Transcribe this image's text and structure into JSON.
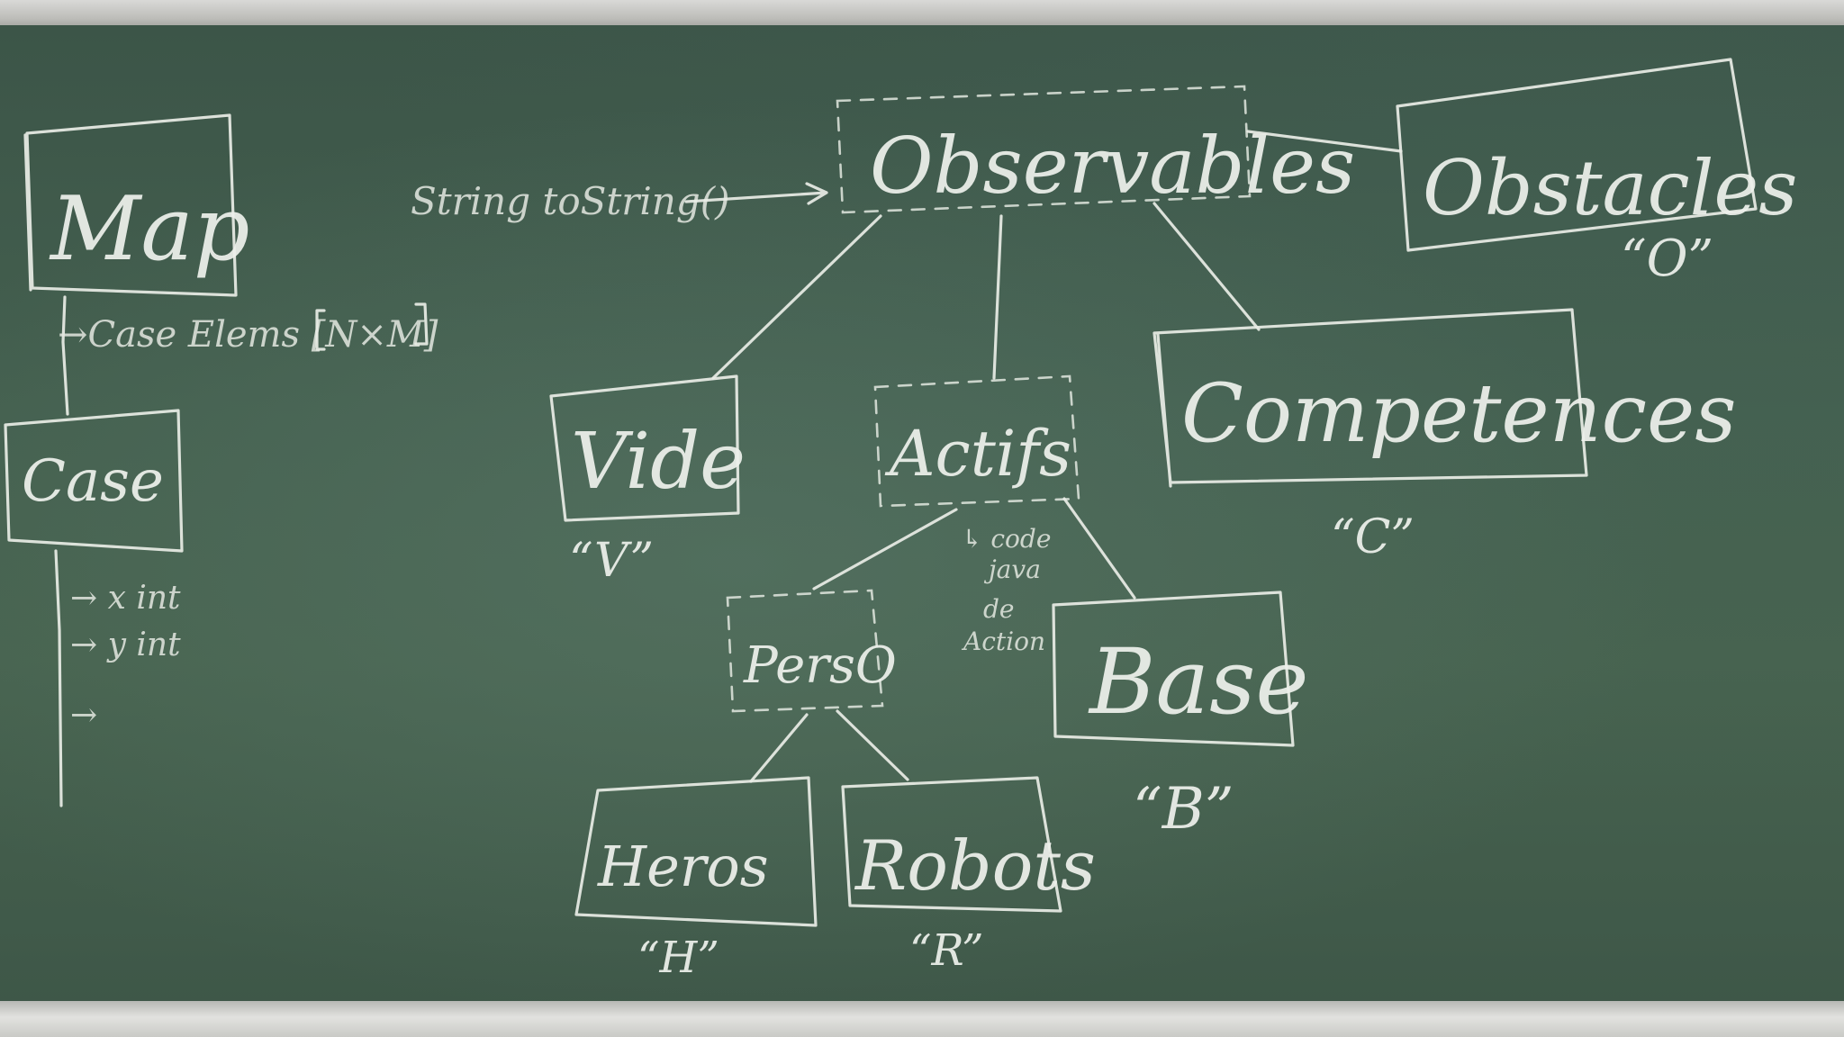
{
  "nodes": {
    "map": "Map",
    "case": "Case",
    "observables": "Observables",
    "obstacles": "Obstacles",
    "vide": "Vide",
    "actifs": "Actifs",
    "competences": "Competences",
    "perso": "PersO",
    "base": "Base",
    "heros": "Heros",
    "robots": "Robots"
  },
  "notes": {
    "map_elems": "→Case  Elems [N×M]",
    "string_to_string": "String toString()",
    "case_x": "→ x int",
    "case_y": "→ y int",
    "case_more": "→",
    "actifs_code_1": "↳ code",
    "actifs_code_2": "java",
    "actifs_code_3": "de",
    "actifs_code_4": "Action"
  },
  "symbols": {
    "obstacles": "“O”",
    "vide": "“V”",
    "competences": "“C”",
    "base": "“B”",
    "heros": "“H”",
    "robots": "“R”"
  },
  "colors": {
    "board": "#44604f",
    "chalk": "#e9ede6",
    "frame": "#c9cac6"
  }
}
